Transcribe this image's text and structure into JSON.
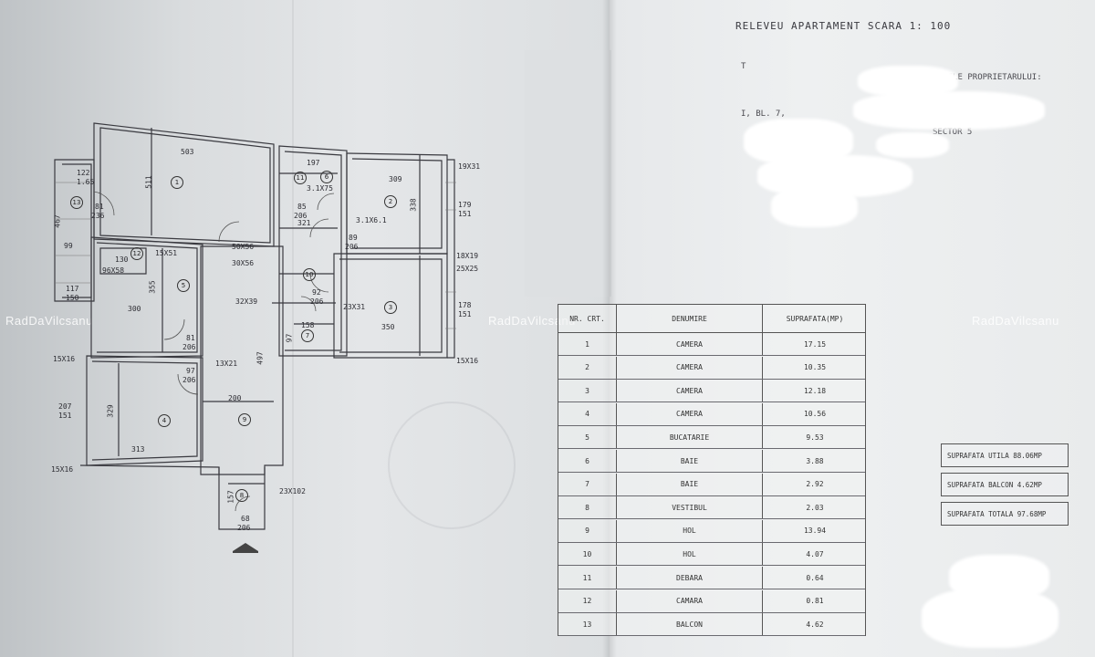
{
  "header": {
    "title": "RELEVEU APARTAMENT SCARA 1: 100",
    "owner_lines": [
      "NUMELE SI PRENUMELE PROPRIETARULUI:",
      "T",
      "I, BL. 7,",
      "SECTOR 5"
    ]
  },
  "watermarks": [
    "RadDaVilcsanu",
    "RadDaVilcsanu",
    "RadDaVilcsanu"
  ],
  "plan": {
    "dimensions": [
      "503",
      "511",
      "122",
      "1.65",
      "81",
      "236",
      "467",
      "99",
      "117",
      "150",
      "197",
      "3.1X75",
      "309",
      "338",
      "19X31",
      "179",
      "151",
      "3.1X6.1",
      "89",
      "206",
      "15X51",
      "130",
      "96X58",
      "355",
      "30X56",
      "50X56",
      "18X19",
      "25X25",
      "32X39",
      "92",
      "206",
      "23X31",
      "178",
      "151",
      "300",
      "158",
      "97",
      "350",
      "81",
      "206",
      "15X16",
      "13X21",
      "15X16",
      "97",
      "206",
      "497",
      "207",
      "151",
      "329",
      "200",
      "313",
      "15X16",
      "157",
      "23X102",
      "68",
      "206",
      "321",
      "85",
      "206"
    ],
    "rooms": [
      "1",
      "2",
      "3",
      "4",
      "5",
      "6",
      "7",
      "8",
      "9",
      "10",
      "11",
      "12",
      "13"
    ]
  },
  "table": {
    "headers": {
      "nr": "NR. CRT.",
      "name": "DENUMIRE",
      "area": "SUPRAFATA(MP)"
    },
    "rows": [
      {
        "nr": "1",
        "name": "CAMERA",
        "area": "17.15"
      },
      {
        "nr": "2",
        "name": "CAMERA",
        "area": "10.35"
      },
      {
        "nr": "3",
        "name": "CAMERA",
        "area": "12.18"
      },
      {
        "nr": "4",
        "name": "CAMERA",
        "area": "10.56"
      },
      {
        "nr": "5",
        "name": "BUCATARIE",
        "area": "9.53"
      },
      {
        "nr": "6",
        "name": "BAIE",
        "area": "3.88"
      },
      {
        "nr": "7",
        "name": "BAIE",
        "area": "2.92"
      },
      {
        "nr": "8",
        "name": "VESTIBUL",
        "area": "2.03"
      },
      {
        "nr": "9",
        "name": "HOL",
        "area": "13.94"
      },
      {
        "nr": "10",
        "name": "HOL",
        "area": "4.07"
      },
      {
        "nr": "11",
        "name": "DEBARA",
        "area": "0.64"
      },
      {
        "nr": "12",
        "name": "CAMARA",
        "area": "0.81"
      },
      {
        "nr": "13",
        "name": "BALCON",
        "area": "4.62"
      }
    ]
  },
  "summary": {
    "useful": "SUPRAFATA UTILA 88.06MP",
    "balcony": "SUPRAFATA BALCON 4.62MP",
    "total": "SUPRAFATA TOTALA 97.68MP"
  }
}
